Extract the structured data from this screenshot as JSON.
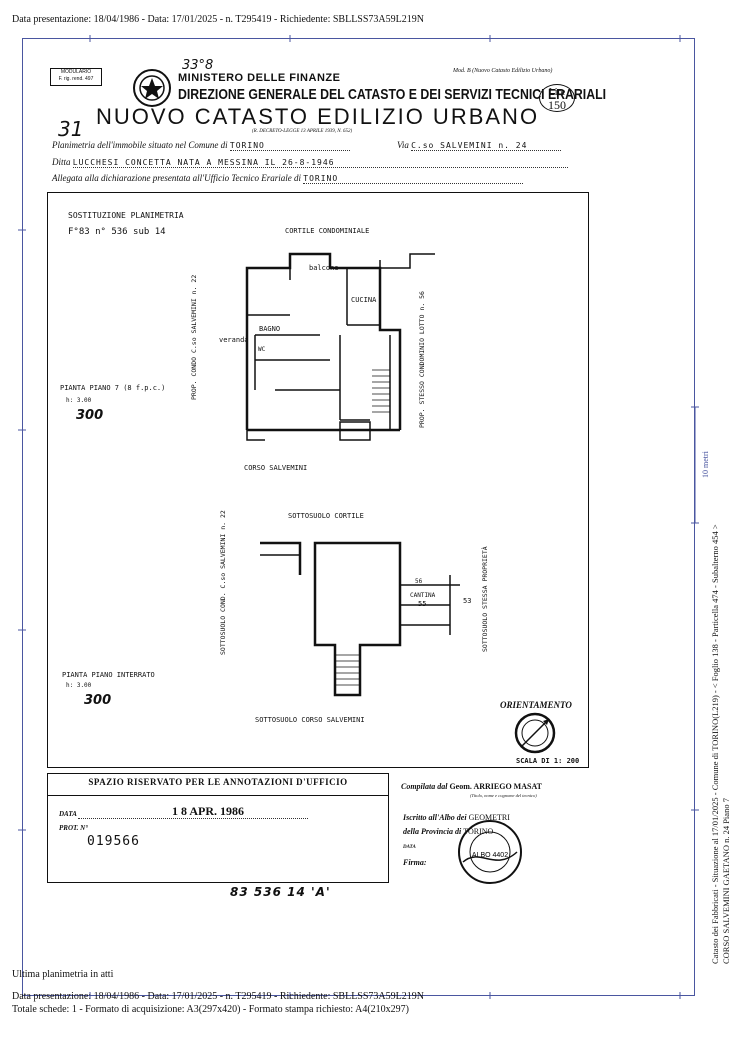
{
  "header_line": "Data presentazione: 18/04/1986 - Data: 17/01/2025 - n. T295419 - Richiedente: SBLLSS73A59L219N",
  "form": {
    "modulario": "MODULARIO",
    "modulario_sub": "F. rig. rend. 497",
    "handwritten_top": "33°8",
    "ministry": "MINISTERO DELLE FINANZE",
    "direction": "DIREZIONE GENERALE DEL CATASTO E DEI SERVIZI TECNICI ERARIALI",
    "mod_b": "Mod. B (Nuovo Catasto Edilizio Urbano)",
    "lire_label": "Lire",
    "lire_value": "150",
    "handwritten_num": "31",
    "title": "NUOVO CATASTO EDILIZIO URBANO",
    "decreto": "(R. DECRETO-LEGGE 13 APRILE 1939, N. 652)",
    "planimetria_label": "Planimetria dell'immobile situato nel Comune di",
    "comune": "TORINO",
    "via_label": "Via",
    "via_value": "C.so SALVEMINI n. 24",
    "ditta_label": "Ditta",
    "ditta_value": "LUCCHESI CONCETTA NATA A MESSINA IL 26-8-1946",
    "allegata_label": "Allegata alla dichiarazione presentata all'Ufficio Tecnico Erariale di",
    "ufficio": "TORINO"
  },
  "plan": {
    "sostituzione": "SOSTITUZIONE PLANIMETRIA",
    "foglio": "F°83 n° 536 sub 14",
    "cortile": "CORTILE CONDOMINIALE",
    "balcone": "balcone",
    "cucina": "CUCINA",
    "bagno": "BAGNO",
    "wc": "WC",
    "veranda": "veranda",
    "left_vert": "PROP. CONDO C.so SALVEMINI n. 22",
    "right_vert": "PROP. STESSO CONDOMINIO LOTTO n. 56",
    "pianta_piano": "PIANTA PIANO 7 (8 f.p.c.)",
    "h1": "h: 3.00",
    "h1_value": "300",
    "corso": "CORSO SALVEMINI",
    "sottosuolo_cortile": "SOTTOSUOLO CORTILE",
    "left_vert2": "SOTTOSUOLO COND. C.so SALVEMINI n. 22",
    "right_vert2": "SOTTOSUOLO STESSA PROPRIETÀ",
    "cantina": "CANTINA",
    "cantina_num": "55",
    "cantina_53": "53",
    "cantina_56": "56",
    "pianta_interrato": "PIANTA PIANO INTERRATO",
    "h2": "h: 3.00",
    "h2_value": "300",
    "sottosuolo_corso": "SOTTOSUOLO CORSO SALVEMINI",
    "orientamento": "ORIENTAMENTO",
    "scala": "SCALA DI 1: 200"
  },
  "annotations": {
    "title": "SPAZIO RISERVATO PER LE ANNOTAZIONI D'UFFICIO",
    "data_label": "DATA",
    "data_value": "1 8 APR. 1986",
    "prot_label": "PROT. N°",
    "prot_value": "019566",
    "compilata_label": "Compilata dal",
    "compilata_value": "Geom. ARRIEGO MASAT",
    "compilata_sub": "(Titolo, nome e cognome del tecnico)",
    "iscritto_label": "Iscritto all'Albo dei",
    "iscritto_value": "GEOMETRI",
    "provincia_label": "della Provincia di",
    "provincia_value": "TORINO",
    "data2_label": "DATA",
    "firma_label": "Firma:",
    "stamp_text": "ALBO 4402",
    "bottom_handwritten": "83   536   14   'A'"
  },
  "right_margin": {
    "vertical_line1": "Catasto dei Fabbricati - Situazione al 17/01/2025 - Comune di TORINO(L219) - < Foglio 138 - Particella 474 - Subalterno 454 >",
    "vertical_line2": "CORSO SALVEMINI GAETANO n. 24 Piano 7",
    "scale_mark": "10 metri"
  },
  "footer": {
    "ultima": "Ultima planimetria in atti",
    "line1": "Data presentazione: 18/04/1986 - Data: 17/01/2025 - n. T295419 - Richiedente: SBLLSS73A59L219N",
    "line2": "Totale schede: 1 - Formato di acquisizione: A3(297x420)  - Formato stampa richiesto: A4(210x297)"
  }
}
